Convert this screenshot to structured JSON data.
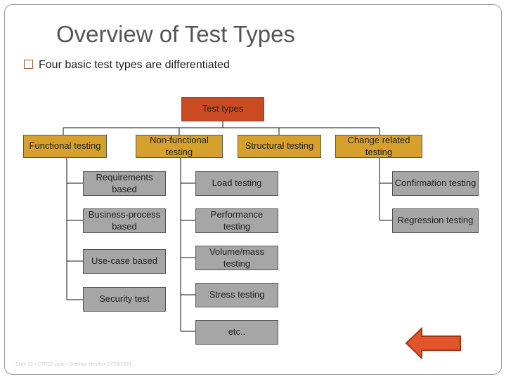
{
  "slide": {
    "title": "Overview of Test Types",
    "bullet": "Four basic test types are differentiated",
    "footer": "Slide 21 • CTFO2.pptx • Stephan Hestle • 27/03/2021"
  },
  "diagram": {
    "root": "Test types",
    "categories": {
      "functional": "Functional testing",
      "non_functional": "Non-functional testing",
      "structural": "Structural testing",
      "change_related": "Change related testing"
    },
    "functional_items": [
      "Requirements based",
      "Business-process based",
      "Use-case based",
      "Security test"
    ],
    "non_functional_items": [
      "Load testing",
      "Performance testing",
      "Volume/mass testing",
      "Stress testing",
      "etc.."
    ],
    "change_related_items": [
      "Confirmation testing",
      "Regression testing"
    ]
  },
  "colors": {
    "root": "#cc4a21",
    "category": "#d5a12c",
    "leaf": "#a6a6a6",
    "back_arrow": "#e2542a"
  },
  "icons": {
    "back": "left-arrow-icon"
  }
}
